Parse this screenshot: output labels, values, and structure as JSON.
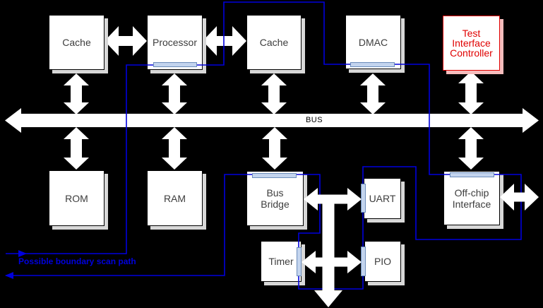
{
  "diagram": {
    "background_color": "#000000",
    "bus": {
      "label": "BUS"
    },
    "scan_path": {
      "label": "Possible boundary scan path",
      "line_color": "#0000dd"
    },
    "colors": {
      "block_fill": "#ffffff",
      "block_border": "#000000",
      "block_shadow": "#d8d8d8",
      "block_label": "#3d3d3d",
      "tic_accent": "#e00000",
      "tic_shadow": "#f6bcbc",
      "arrow_fill": "#ffffff",
      "scan_register_fill": "#c3d4ee",
      "scan_register_border": "#6b8cba"
    },
    "blocks": {
      "cache_left": {
        "label": "Cache"
      },
      "processor": {
        "label": "Processor"
      },
      "cache_right": {
        "label": "Cache"
      },
      "dmac": {
        "label": "DMAC"
      },
      "test_interface_controller": {
        "label": "Test\nInterface\nController"
      },
      "rom": {
        "label": "ROM"
      },
      "ram": {
        "label": "RAM"
      },
      "bus_bridge": {
        "label": "Bus\nBridge"
      },
      "uart": {
        "label": "UART"
      },
      "offchip_interface": {
        "label": "Off-chip\nInterface"
      },
      "timer": {
        "label": "Timer"
      },
      "pio": {
        "label": "PIO"
      }
    },
    "scan_registers_on": [
      "processor",
      "dmac",
      "bus_bridge",
      "offchip_interface",
      "uart",
      "pio",
      "timer"
    ]
  }
}
